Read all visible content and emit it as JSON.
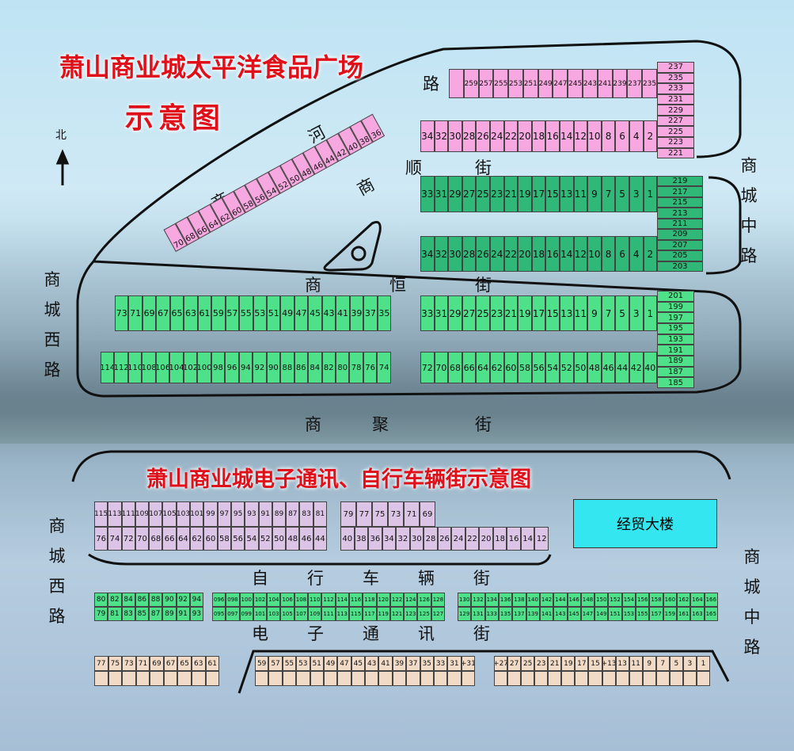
{
  "colors": {
    "pink": "#f7a8e0",
    "green": "#2fb877",
    "green_light": "#4fe08a",
    "purple": "#dcc4e6",
    "tan": "#f1dac6",
    "building": "#33e6ef",
    "title_red": "#e0101a"
  },
  "upper": {
    "title": "萧山商业城太平洋食品广场",
    "subtitle": "示意图",
    "north": "北",
    "streets": {
      "lu": "路",
      "he": "河",
      "shun": "顺",
      "jie1": "街",
      "shang1": "商",
      "shang2": "商",
      "heng_shang": "商",
      "heng": "恒",
      "heng_jie": "街",
      "ju_shang": "商",
      "ju": "聚",
      "ju_jie": "街"
    },
    "west_road": [
      "商",
      "城",
      "西",
      "路"
    ],
    "middle_road": [
      "商",
      "城",
      "中",
      "路"
    ],
    "groups": {
      "pinkTop": [
        "",
        "259",
        "257",
        "255",
        "253",
        "251",
        "249",
        "247",
        "245",
        "243",
        "241",
        "239",
        "237",
        "235"
      ],
      "pinkB": [
        "34",
        "32",
        "30",
        "28",
        "26",
        "24",
        "22",
        "20",
        "18",
        "16",
        "14",
        "12",
        "10",
        "8",
        "6",
        "4",
        "2"
      ],
      "pinkCol": [
        "237",
        "235",
        "233",
        "231",
        "229",
        "227",
        "225",
        "223",
        "221"
      ],
      "diag": [
        "70",
        "68",
        "66",
        "64",
        "62",
        "60",
        "58",
        "56",
        "54",
        "52",
        "50",
        "48",
        "46",
        "44",
        "42",
        "40",
        "38",
        "36"
      ],
      "greenC": [
        "33",
        "31",
        "29",
        "27",
        "25",
        "23",
        "21",
        "19",
        "17",
        "15",
        "13",
        "11",
        "9",
        "7",
        "5",
        "3",
        "1"
      ],
      "greenD": [
        "34",
        "32",
        "30",
        "28",
        "26",
        "24",
        "22",
        "20",
        "18",
        "16",
        "14",
        "12",
        "10",
        "8",
        "6",
        "4",
        "2"
      ],
      "greenCol1": [
        "219",
        "217",
        "215",
        "213",
        "211",
        "209",
        "207",
        "205",
        "203"
      ],
      "greenE": [
        "73",
        "71",
        "69",
        "67",
        "65",
        "63",
        "61",
        "59",
        "57",
        "55",
        "53",
        "51",
        "49",
        "47",
        "45",
        "43",
        "41",
        "39",
        "37",
        "35"
      ],
      "greenF": [
        "114",
        "112",
        "110",
        "108",
        "106",
        "104",
        "102",
        "100",
        "98",
        "96",
        "94",
        "92",
        "90",
        "88",
        "86",
        "84",
        "82",
        "80",
        "78",
        "76",
        "74"
      ],
      "greenG": [
        "33",
        "31",
        "29",
        "27",
        "25",
        "23",
        "21",
        "19",
        "17",
        "15",
        "13",
        "11",
        "9",
        "7",
        "5",
        "3",
        "1"
      ],
      "greenH": [
        "72",
        "70",
        "68",
        "66",
        "64",
        "62",
        "60",
        "58",
        "56",
        "54",
        "52",
        "50",
        "48",
        "46",
        "44",
        "42",
        "40"
      ],
      "greenCol2": [
        "201",
        "199",
        "197",
        "195",
        "193",
        "191",
        "189",
        "187",
        "185"
      ]
    }
  },
  "lower": {
    "title": "萧山商业城电子通讯、自行车辆街示意图",
    "building": "经贸大楼",
    "west_road": [
      "商",
      "城",
      "西",
      "路"
    ],
    "middle_road": [
      "商",
      "城",
      "中",
      "路"
    ],
    "bike_street": [
      "自",
      "行",
      "车",
      "辆",
      "街"
    ],
    "telecom_street": [
      "电",
      "子",
      "通",
      "讯",
      "街"
    ],
    "groups": {
      "purA1": [
        "115",
        "113",
        "111",
        "109",
        "107",
        "105",
        "103",
        "101",
        "99",
        "97",
        "95",
        "93",
        "91",
        "89",
        "87",
        "83",
        "81"
      ],
      "purA2": [
        "76",
        "74",
        "72",
        "70",
        "68",
        "66",
        "64",
        "62",
        "60",
        "58",
        "56",
        "54",
        "52",
        "50",
        "48",
        "46",
        "44"
      ],
      "purB1": [
        "79",
        "77",
        "75",
        "73",
        "71",
        "69"
      ],
      "purB2": [
        "40",
        "38",
        "36",
        "34",
        "32",
        "30",
        "28",
        "26",
        "24",
        "22",
        "20",
        "18",
        "16",
        "14",
        "12"
      ],
      "gS1": [
        "80",
        "82",
        "84",
        "86",
        "88",
        "90",
        "92",
        "94"
      ],
      "gS2": [
        "79",
        "81",
        "83",
        "85",
        "87",
        "89",
        "91",
        "93"
      ],
      "gM1": [
        "096",
        "098",
        "100",
        "102",
        "104",
        "106",
        "108",
        "110",
        "112",
        "114",
        "116",
        "118",
        "120",
        "122",
        "124",
        "126",
        "128"
      ],
      "gM2": [
        "095",
        "097",
        "099",
        "101",
        "103",
        "105",
        "107",
        "109",
        "111",
        "113",
        "115",
        "117",
        "119",
        "121",
        "123",
        "125",
        "127"
      ],
      "gR1": [
        "130",
        "132",
        "134",
        "136",
        "138",
        "140",
        "142",
        "144",
        "146",
        "148",
        "150",
        "152",
        "154",
        "156",
        "158",
        "160",
        "162",
        "164",
        "166"
      ],
      "gR2": [
        "129",
        "131",
        "133",
        "135",
        "137",
        "139",
        "141",
        "143",
        "145",
        "147",
        "149",
        "151",
        "153",
        "155",
        "157",
        "159",
        "161",
        "163",
        "165"
      ],
      "tL": [
        "77",
        "75",
        "73",
        "71",
        "69",
        "67",
        "65",
        "63",
        "61"
      ],
      "tM": [
        "59",
        "57",
        "55",
        "53",
        "51",
        "49",
        "47",
        "45",
        "43",
        "41",
        "39",
        "37",
        "35",
        "33",
        "31",
        "+31"
      ],
      "tR": [
        "+27",
        "27",
        "25",
        "23",
        "21",
        "19",
        "17",
        "15",
        "+13",
        "13",
        "11",
        "9",
        "7",
        "5",
        "3",
        "1"
      ]
    }
  }
}
